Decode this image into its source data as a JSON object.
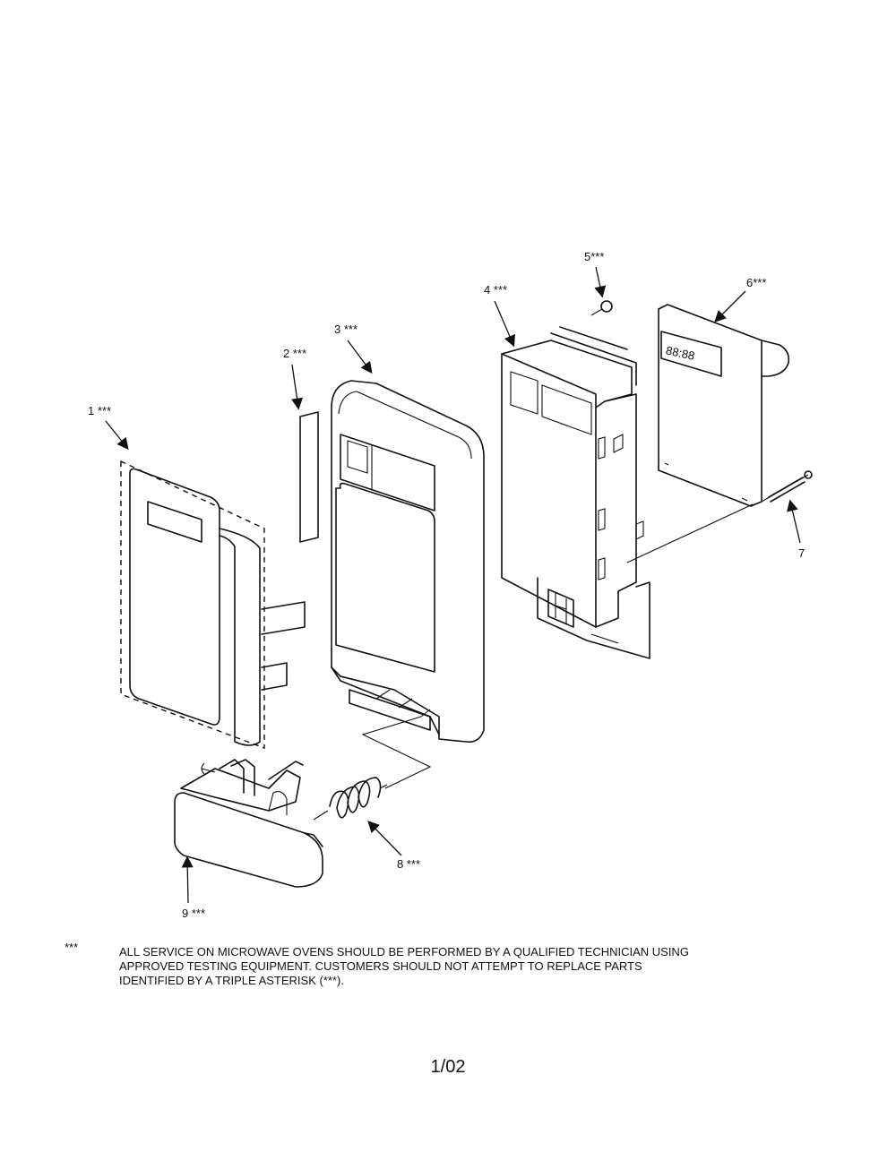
{
  "diagram": {
    "callouts": [
      {
        "id": "1",
        "label": "1 ***"
      },
      {
        "id": "2",
        "label": "2 ***"
      },
      {
        "id": "3",
        "label": "3 ***"
      },
      {
        "id": "4",
        "label": "4 ***"
      },
      {
        "id": "5",
        "label": "5***"
      },
      {
        "id": "6",
        "label": "6***"
      },
      {
        "id": "7",
        "label": "7"
      },
      {
        "id": "8",
        "label": "8 ***"
      },
      {
        "id": "9",
        "label": "9 ***"
      }
    ],
    "display_readout": "88:88"
  },
  "footnote": {
    "marker": "***",
    "lines": [
      "ALL SERVICE ON MICROWAVE OVENS SHOULD BE PERFORMED BY A  QUALIFIED TECHNICIAN USING",
      "APPROVED TESTING EQUIPMENT.  CUSTOMERS SHOULD NOT ATTEMPT TO REPLACE PARTS",
      "IDENTIFIED BY A TRIPLE ASTERISK (***)."
    ]
  },
  "page_number": "1/02"
}
